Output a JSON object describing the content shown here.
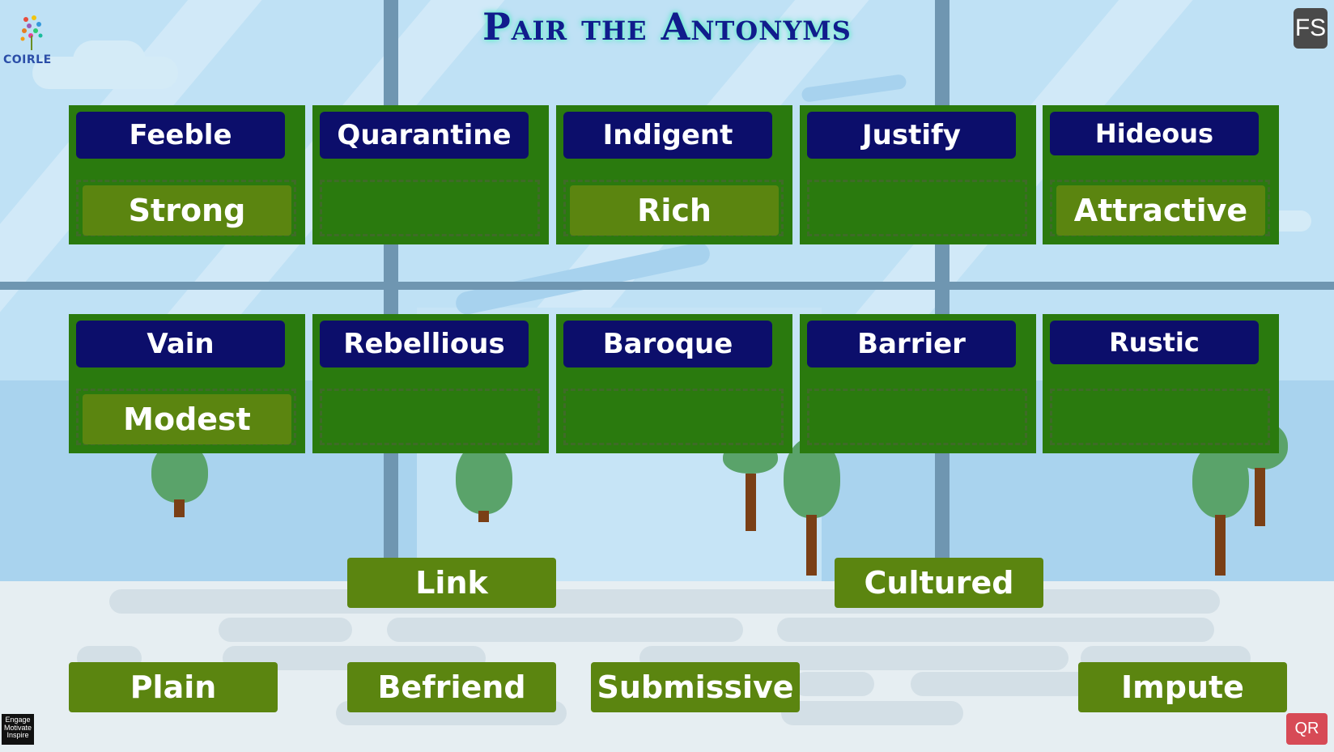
{
  "title": "Pair the Antonyms",
  "logo": {
    "text": "COIRLE",
    "icon": "flower-logo-icon"
  },
  "fullscreen_button": "FS",
  "qr_button": "QR",
  "engage_badge": {
    "line1": "Engage",
    "line2": "Motivate",
    "line3": "Inspire"
  },
  "pairs": [
    {
      "word": "Feeble",
      "answer": "Strong"
    },
    {
      "word": "Quarantine",
      "answer": ""
    },
    {
      "word": "Indigent",
      "answer": "Rich"
    },
    {
      "word": "Justify",
      "answer": ""
    },
    {
      "word": "Hideous",
      "answer": "Attractive"
    },
    {
      "word": "Vain",
      "answer": "Modest"
    },
    {
      "word": "Rebellious",
      "answer": ""
    },
    {
      "word": "Baroque",
      "answer": ""
    },
    {
      "word": "Barrier",
      "answer": ""
    },
    {
      "word": "Rustic",
      "answer": ""
    }
  ],
  "options": [
    "Link",
    "Cultured",
    "Plain",
    "Befriend",
    "Submissive",
    "Impute"
  ],
  "colors": {
    "card_bg": "#2a7a0e",
    "word_bg": "#0c0e6b",
    "tile_bg": "#5b8510",
    "title": "#111c8c",
    "sky": "#bfe1f5"
  }
}
